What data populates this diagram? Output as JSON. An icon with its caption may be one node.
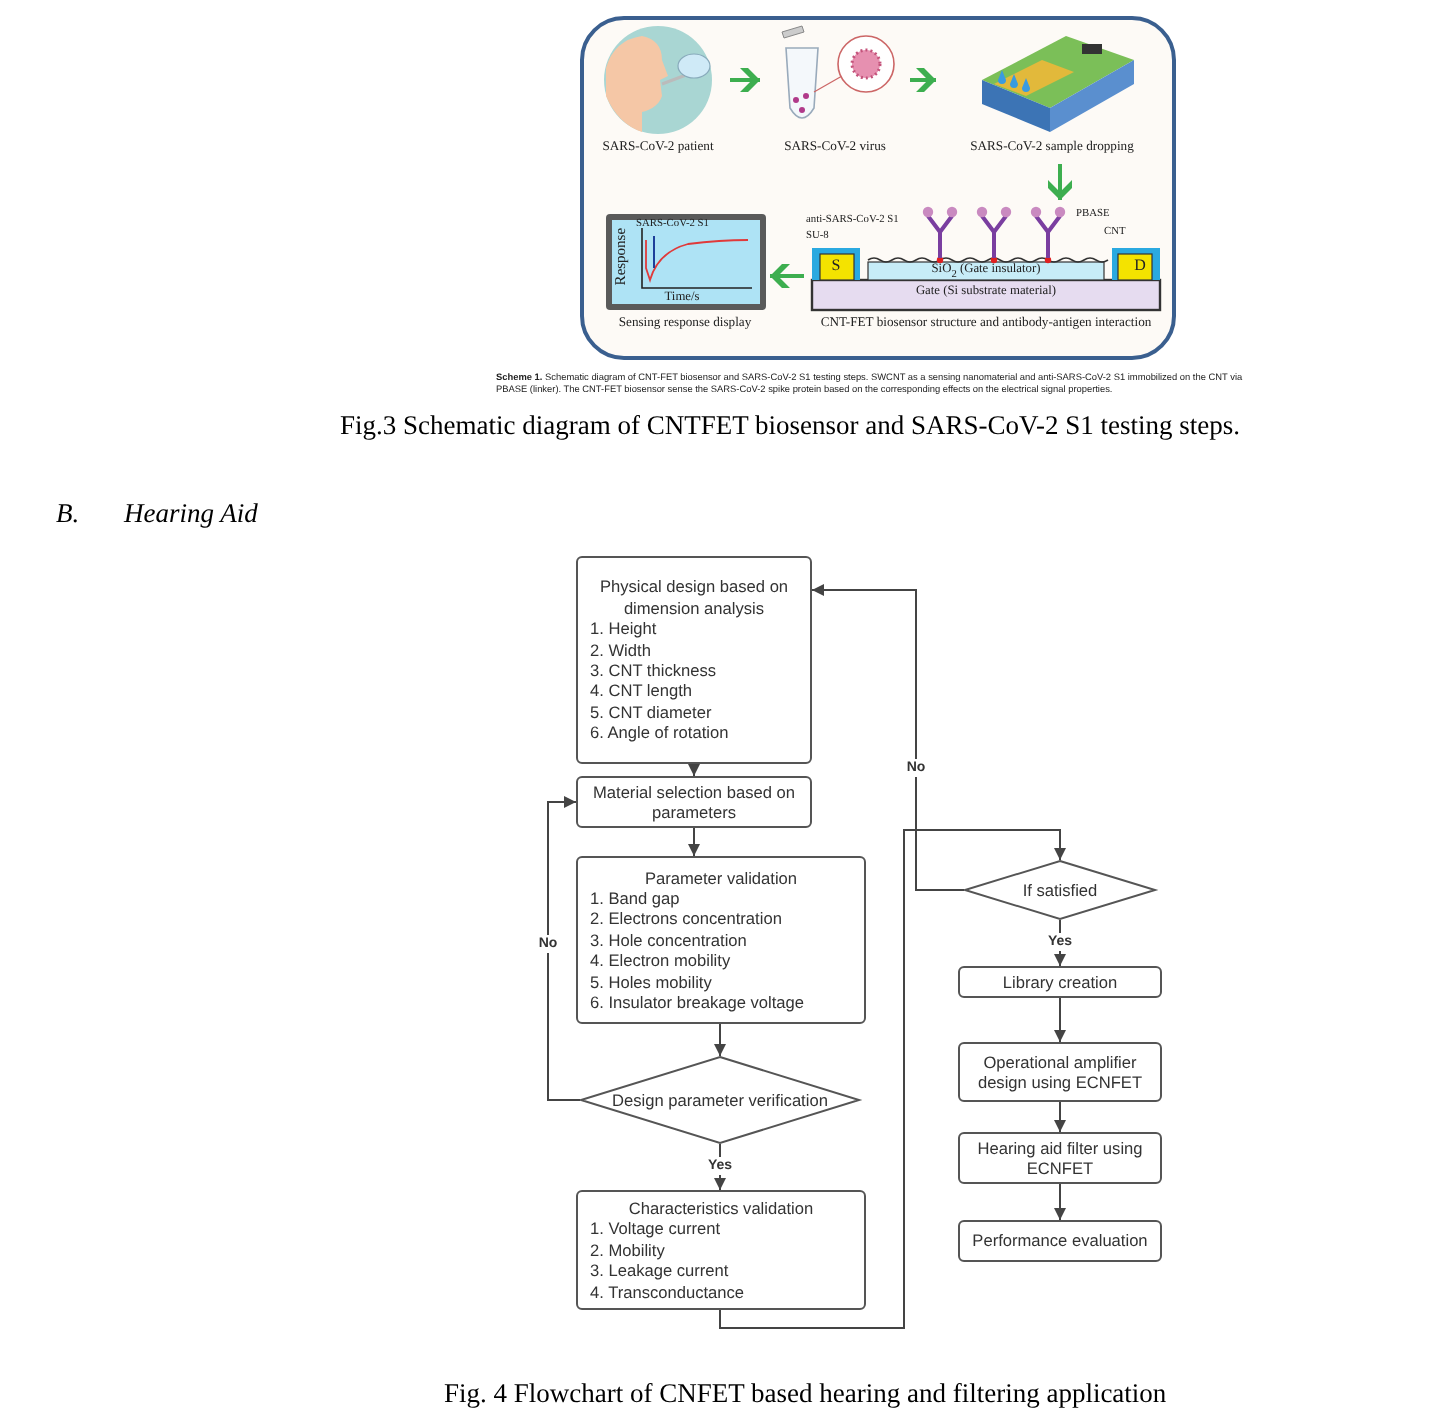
{
  "diagram": {
    "nodes": [
      {
        "text": [],
        "shape": "box"
      },
      {
        "text": [
          "SARS-CoV-2 patient"
        ],
        "in": 0
      },
      {
        "text": [
          "SARS-CoV-2 virus"
        ],
        "in": 0
      },
      {
        "text": [
          "SARS-CoV-2 sample dropping"
        ],
        "in": 0
      },
      {
        "text": [
          "CNT-FET biosensor structure and antibody-antigen interaction"
        ],
        "in": 0
      },
      {
        "text": [
          "Sensing response display"
        ],
        "in": 0
      },
      {
        "text": [
          "Physical design based on dimension analysis",
          "1. Height",
          "2. Width",
          "3. CNT thickness",
          "4. CNT length",
          "5. CNT diameter",
          "6. Angle of rotation"
        ]
      },
      {
        "text": [
          "Material selection based on parameters"
        ]
      },
      {
        "text": [
          "Parameter validation",
          "1. Band gap",
          "2. Electrons concentration",
          "3. Hole concentration",
          "4. Electron mobility",
          "5. Holes mobility",
          "6. Insulator breakage voltage"
        ]
      },
      {
        "text": [
          "Design parameter verification"
        ]
      },
      {
        "text": [
          "Characteristics validation",
          "1. Voltage current",
          "2. Mobility",
          "3. Leakage current",
          "4. Transconductance"
        ]
      },
      {
        "text": [
          "If satisfied"
        ]
      },
      {
        "text": [
          "Library creation"
        ]
      },
      {
        "text": [
          "Operational amplifier design using ECNFET"
        ]
      },
      {
        "text": [
          "Hearing aid filter using ECNFET"
        ]
      },
      {
        "text": [
          "Performance evaluation"
        ]
      }
    ],
    "edges": [
      {
        "from": 1,
        "to": 2,
        "arrow": "to",
        "color": "#3dae4f"
      },
      {
        "from": 2,
        "to": 3,
        "arrow": "to",
        "color": "#3dae4f"
      },
      {
        "from": 3,
        "to": 4,
        "arrow": "to",
        "color": "#3dae4f"
      },
      {
        "from": 4,
        "to": 5,
        "arrow": "to",
        "color": "#3dae4f"
      },
      {
        "from": 6,
        "to": 7,
        "arrow": "to"
      },
      {
        "from": 7,
        "to": 8,
        "arrow": "to"
      },
      {
        "from": 8,
        "to": 9,
        "arrow": "to"
      },
      {
        "from": 9,
        "to": 7,
        "arrow": "to",
        "label": "No"
      },
      {
        "from": 9,
        "to": 10,
        "arrow": "to",
        "label": "Yes"
      },
      {
        "from": 10,
        "to": 11,
        "arrow": "to"
      },
      {
        "from": 11,
        "to": 6,
        "arrow": "to",
        "label": "No"
      },
      {
        "from": 11,
        "to": 12,
        "arrow": "to",
        "label": "Yes"
      },
      {
        "from": 12,
        "to": 13,
        "arrow": "to"
      },
      {
        "from": 13,
        "to": 14,
        "arrow": "to"
      },
      {
        "from": 14,
        "to": 15,
        "arrow": "to"
      }
    ],
    "labels": [
      "anti-SARS-CoV-2 S1",
      "SU-8",
      "PBASE",
      "CNT",
      "S",
      "D",
      "SiO$_{2}$ (Gate insulator)",
      "Gate (Si substrate material)",
      "SARS-CoV-2 S1",
      "Response",
      "Time/s",
      "**Scheme 1.** Schematic diagram of CNT-FET biosensor and SARS-CoV-2 S1 testing steps. SWCNT as a sensing nanomaterial and anti-SARS-CoV-2 S1 immobilized on the CNT via PBASE (linker). The CNT-FET biosensor sense the SARS-CoV-2 spike protein based on the corresponding effects on the electrical signal properties.",
      "Fig.3 Schematic diagram of CNTFET biosensor and SARS-CoV-2 S1 testing steps.",
      "B.",
      "Hearing Aid",
      "Fig. 4 Flowchart of CNFET based hearing and filtering application"
    ]
  }
}
